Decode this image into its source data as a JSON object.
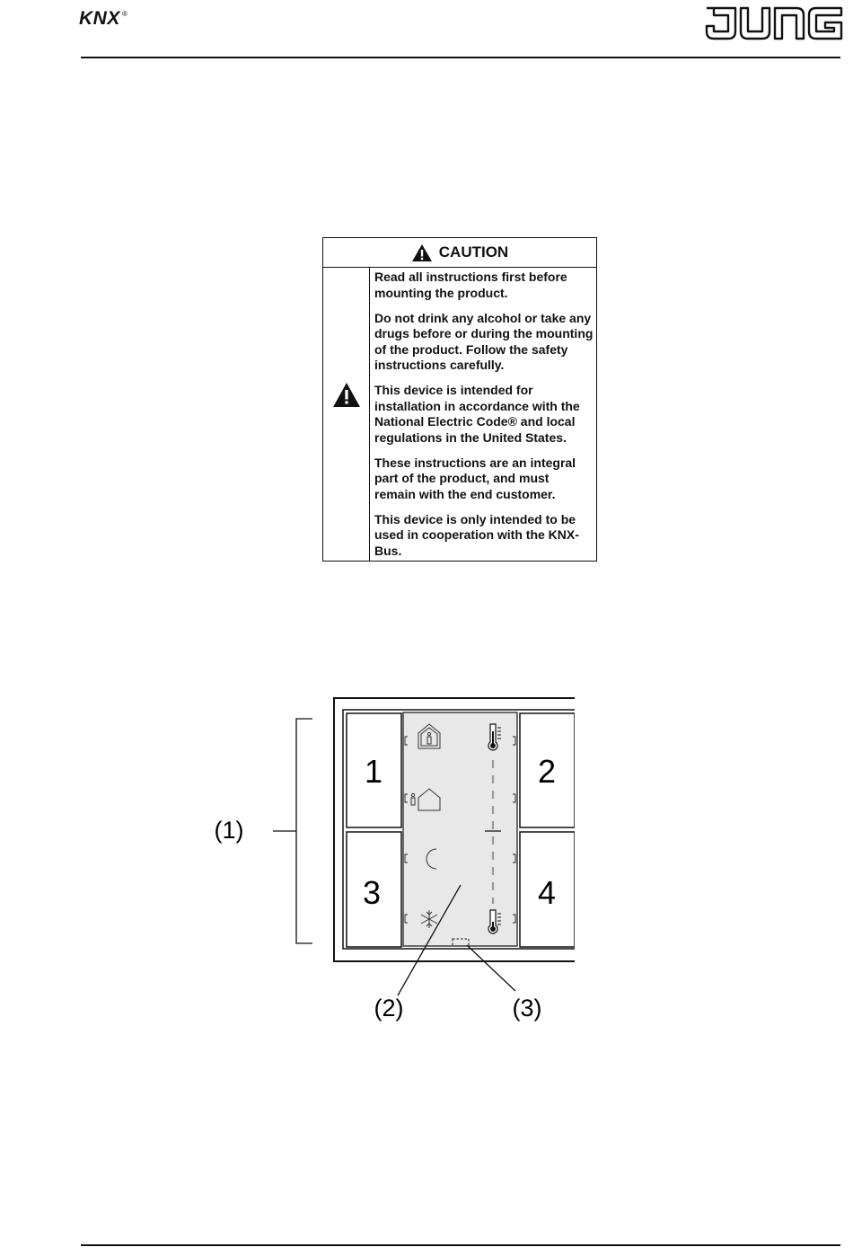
{
  "header": {
    "knx_logo": "KNX",
    "knx_registered": "®",
    "brand_logo": "JUNG"
  },
  "caution": {
    "title": "CAUTION",
    "paragraphs": [
      "Read all instructions first before mounting the product.",
      "Do not drink any alcohol or take any drugs before or during the mounting of the product. Follow the safety instructions carefully.",
      "This device is intended for installation in accordance with the National Electric Code® and local regulations in the United States.",
      "These instructions are an integral part of the product, and must remain with the end customer.",
      "This device is only intended to be used in cooperation with the KNX-Bus."
    ]
  },
  "figure": {
    "keys": [
      "1",
      "2",
      "3",
      "4"
    ],
    "callouts": [
      "(1)",
      "(2)",
      "(3)"
    ],
    "icons": [
      "home-presence-icon",
      "thermometer-high-icon",
      "home-absent-icon",
      "night-moon-icon",
      "frost-snowflake-icon",
      "thermometer-low-icon"
    ]
  }
}
